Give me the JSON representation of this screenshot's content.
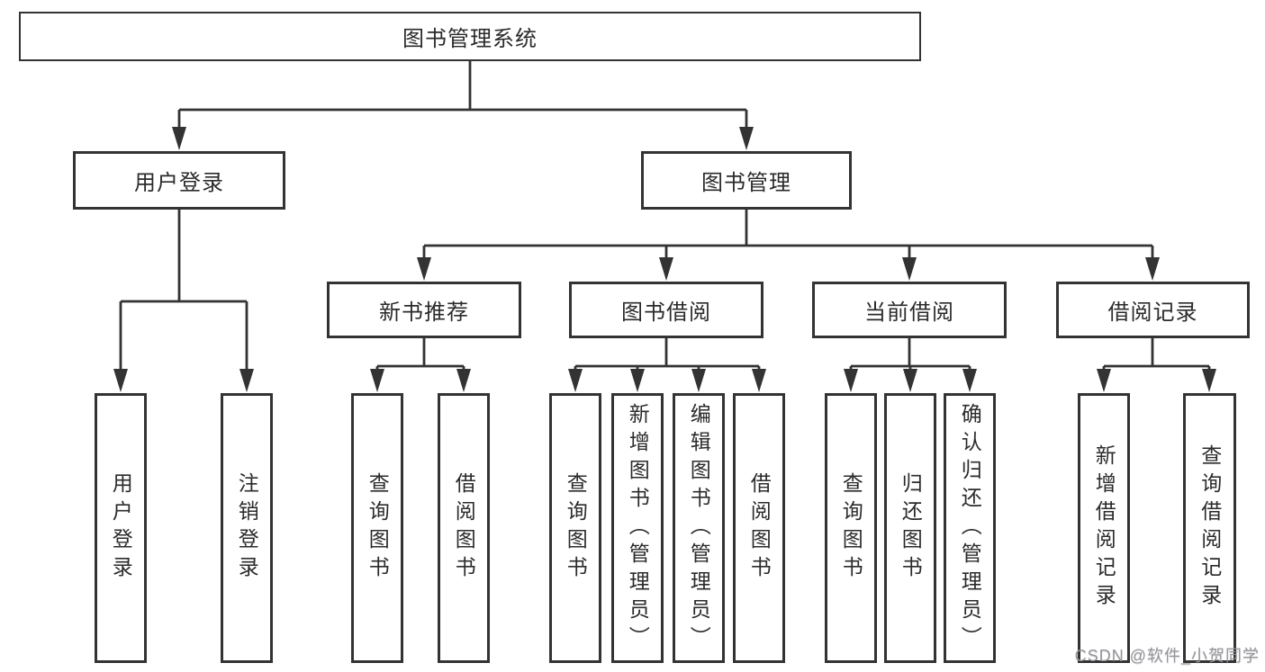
{
  "tree": {
    "root": {
      "label": "图书管理系统"
    },
    "branches": [
      {
        "label": "用户登录",
        "leaves": [
          {
            "label": "用户登录"
          },
          {
            "label": "注销登录"
          }
        ]
      },
      {
        "label": "图书管理",
        "groups": [
          {
            "label": "新书推荐",
            "leaves": [
              {
                "label": "查询图书"
              },
              {
                "label": "借阅图书"
              }
            ]
          },
          {
            "label": "图书借阅",
            "leaves": [
              {
                "label": "查询图书"
              },
              {
                "label": "新增图书（管理员）"
              },
              {
                "label": "编辑图书（管理员）"
              },
              {
                "label": "借阅图书"
              }
            ]
          },
          {
            "label": "当前借阅",
            "leaves": [
              {
                "label": "查询图书"
              },
              {
                "label": "归还图书"
              },
              {
                "label": "确认归还（管理员）"
              }
            ]
          },
          {
            "label": "借阅记录",
            "leaves": [
              {
                "label": "新增借阅记录"
              },
              {
                "label": "查询借阅记录"
              }
            ]
          }
        ]
      }
    ]
  },
  "watermark": {
    "text": "CSDN @软件_小贺同学"
  },
  "colors": {
    "line": "#333333",
    "box_border": "#333333",
    "box_fill": "#ffffff",
    "text": "#2b2b2b",
    "watermark": "#94949a",
    "bg": "#ffffff"
  }
}
